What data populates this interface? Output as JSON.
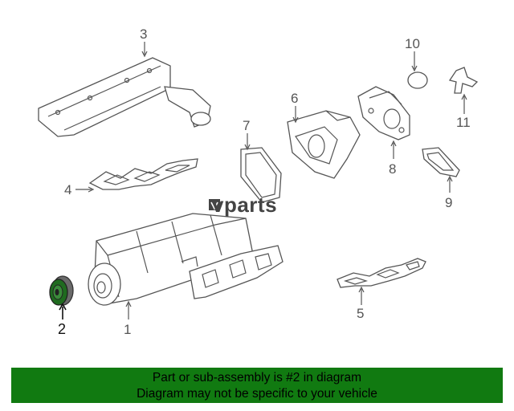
{
  "diagram": {
    "watermark": "vparts",
    "callouts": [
      {
        "id": "1",
        "label": "1"
      },
      {
        "id": "2",
        "label": "2",
        "highlighted": true
      },
      {
        "id": "3",
        "label": "3"
      },
      {
        "id": "4",
        "label": "4"
      },
      {
        "id": "5",
        "label": "5"
      },
      {
        "id": "6",
        "label": "6"
      },
      {
        "id": "7",
        "label": "7"
      },
      {
        "id": "8",
        "label": "8"
      },
      {
        "id": "9",
        "label": "9"
      },
      {
        "id": "10",
        "label": "10"
      },
      {
        "id": "11",
        "label": "11"
      }
    ]
  },
  "banner": {
    "line1": "Part or sub-assembly is #2 in diagram",
    "line2": "Diagram may not be specific to your vehicle",
    "background": "#117a11"
  },
  "colors": {
    "line_art": "#555555",
    "highlight": "#111111"
  }
}
